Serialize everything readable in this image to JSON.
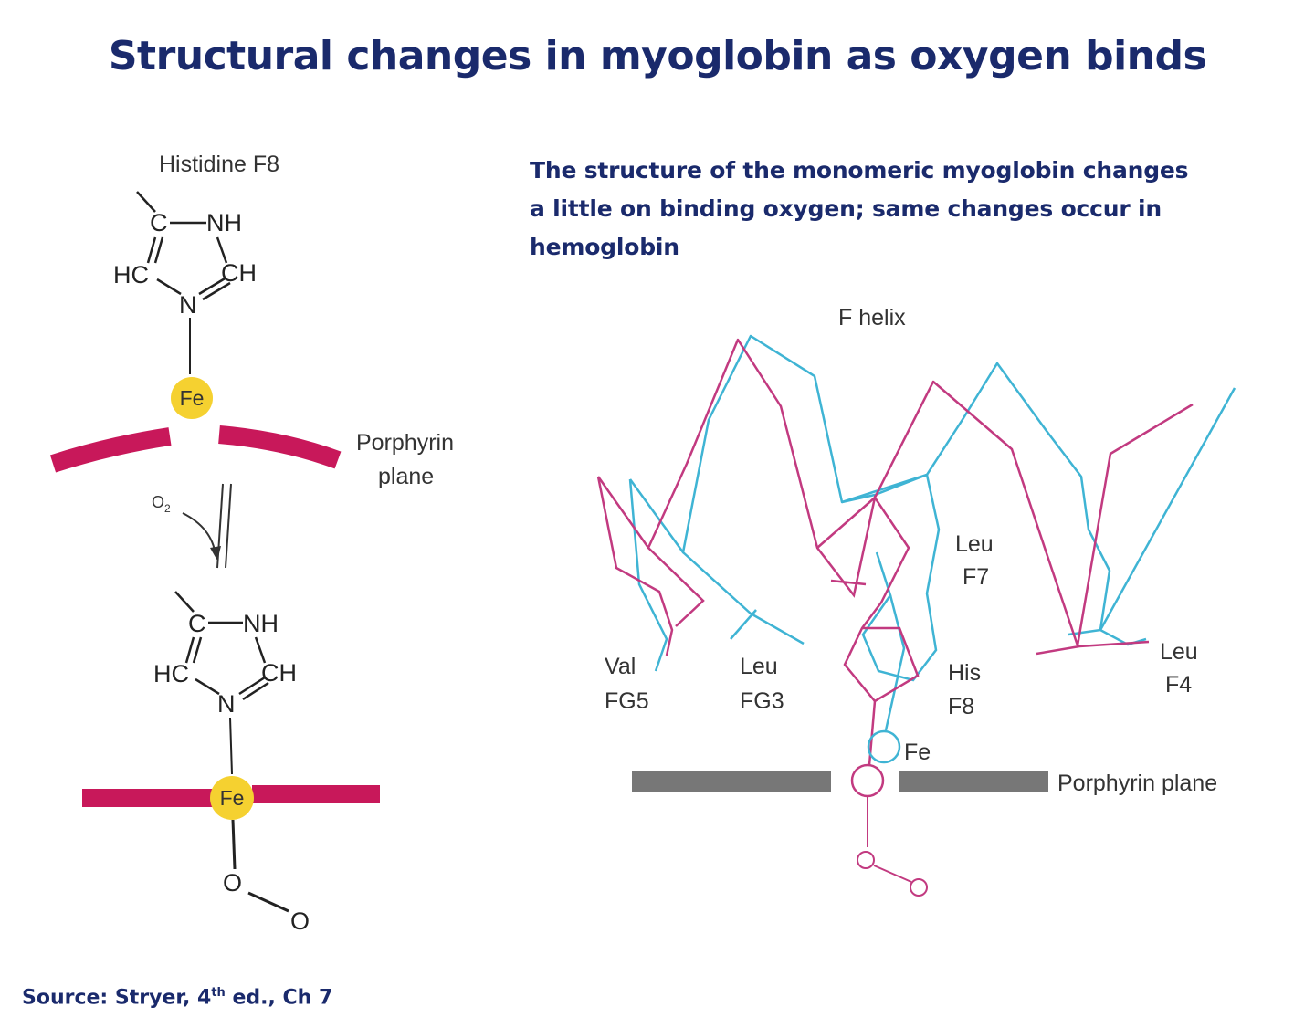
{
  "title": "Structural changes in myoglobin as oxygen binds",
  "description": "The structure of the monomeric myoglobin changes a little on binding oxygen; same changes occur in hemoglobin",
  "source": {
    "prefix": "Source: Stryer, 4",
    "superscript": "th",
    "suffix": " ed., Ch 7"
  },
  "left_diagram": {
    "histidine_label": "Histidine F8",
    "atoms": {
      "c": "C",
      "nh": "NH",
      "hc": "HC",
      "ch": "CH",
      "n": "N",
      "fe": "Fe",
      "o": "O"
    },
    "porphyrin_label_line1": "Porphyrin",
    "porphyrin_label_line2": "plane",
    "o2_label": "O",
    "o2_subscript": "2"
  },
  "right_diagram": {
    "f_helix": "F helix",
    "leu_f7_line1": "Leu",
    "leu_f7_line2": "F7",
    "val_fg5_line1": "Val",
    "val_fg5_line2": "FG5",
    "leu_fg3_line1": "Leu",
    "leu_fg3_line2": "FG3",
    "his_f8_line1": "His",
    "his_f8_line2": "F8",
    "leu_f4_line1": "Leu",
    "leu_f4_line2": "F4",
    "fe": "Fe",
    "porphyrin_plane": "Porphyrin plane"
  },
  "colors": {
    "title": "#1a2a6c",
    "heme_red": "#c8185a",
    "iron_yellow": "#f5d130",
    "oxy_trace": "#c23a80",
    "deoxy_trace": "#3fb4d4",
    "plane_gray": "#777777"
  }
}
